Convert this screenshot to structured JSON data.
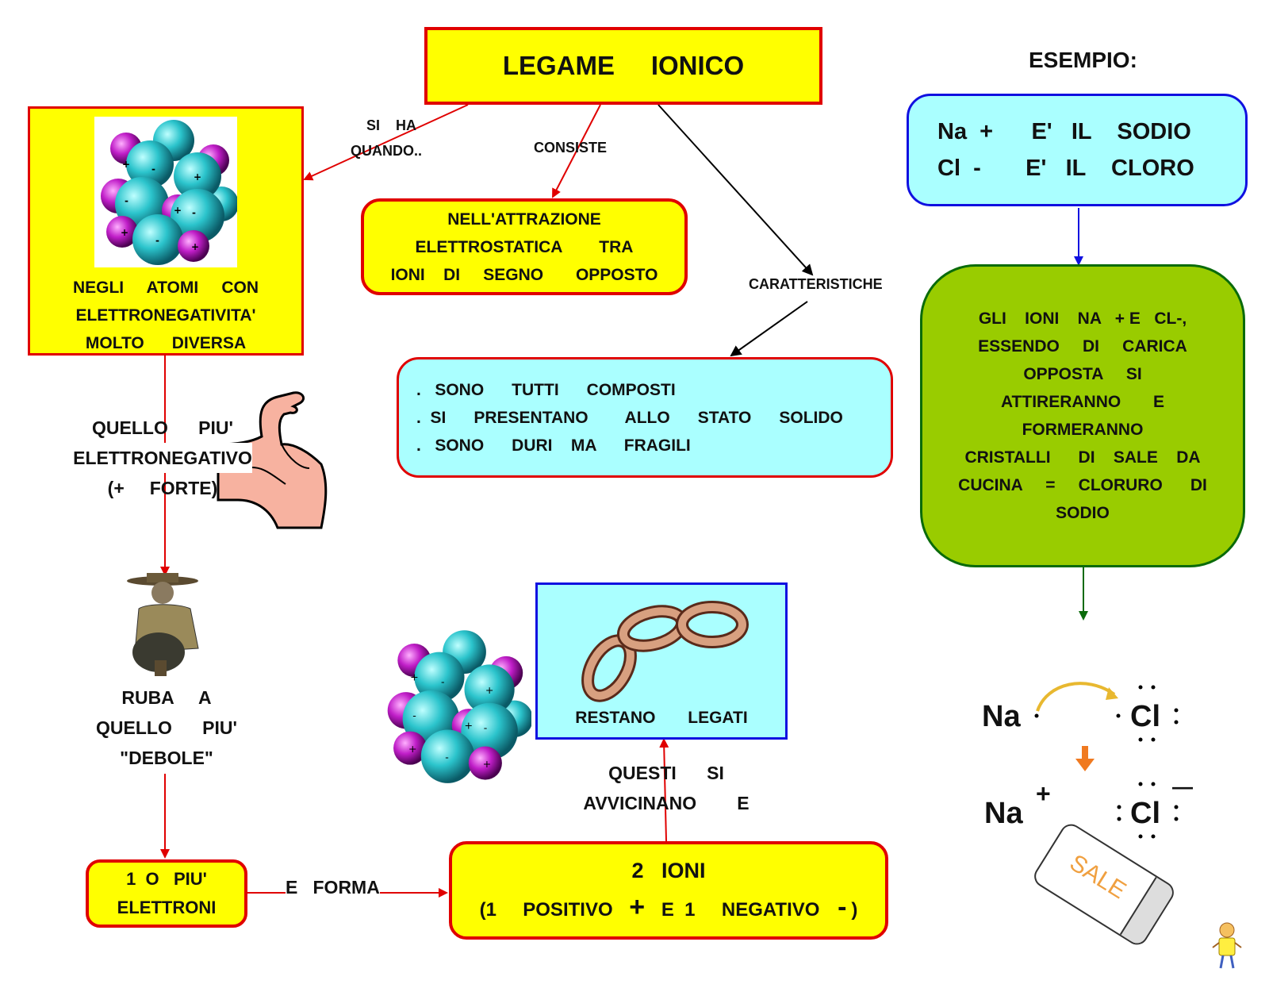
{
  "title": "LEGAME     IONICO",
  "example": {
    "heading": "ESEMPIO:",
    "line1": "Na  +      E'   IL    SODIO",
    "line2": "Cl  -       E'   IL    CLORO"
  },
  "box_negativity": {
    "lines": [
      "NEGLI     ATOMI     CON",
      "ELETTRONEGATIVITA'",
      "MOLTO      DIVERSA"
    ]
  },
  "box_attraction": {
    "lines": [
      "NELL'ATTRAZIONE",
      "ELETTROSTATICA        TRA",
      "IONI    DI     SEGNO       OPPOSTO"
    ]
  },
  "box_features": {
    "lines": [
      ".   SONO      TUTTI      COMPOSTI",
      ".  SI      PRESENTANO        ALLO      STATO      SOLIDO",
      ".   SONO      DURI    MA      FRAGILI"
    ]
  },
  "box_green": {
    "lines": [
      "GLI    IONI    NA   + E   CL-,",
      "ESSENDO     DI     CARICA",
      "OPPOSTA     SI",
      "ATTIRERANNO       E",
      "FORMERANNO",
      "CRISTALLI      DI    SALE    DA",
      "CUCINA     =     CLORURO      DI",
      "SODIO"
    ]
  },
  "box_electrons": {
    "lines": [
      "1  O   PIU'",
      "ELETTRONI"
    ]
  },
  "box_ions": {
    "line1": "2   IONI",
    "line2_a": "(1     POSITIVO",
    "line2_plus": "+",
    "line2_b": "E  1     NEGATIVO",
    "line2_minus": "-",
    "line2_c": ")"
  },
  "box_linked": {
    "label": "RESTANO       LEGATI"
  },
  "edge_labels": {
    "si_ha": "SI    HA",
    "quando": "QUANDO..",
    "consiste": "CONSISTE",
    "caratteristiche": "CARATTERISTICHE",
    "stronger": [
      "QUELLO      PIU'",
      "ELETTRONEGATIVO",
      "(+     FORTE)"
    ],
    "steals": [
      "RUBA     A",
      "QUELLO      PIU'",
      "\"DEBOLE\""
    ],
    "forma": "E   FORMA",
    "approach": [
      "QUESTI      SI",
      "AVVICINANO        E"
    ]
  },
  "lewis": {
    "na": "Na",
    "cl": "Cl",
    "plus": "+",
    "minus": "—",
    "shaker_label": "SALE"
  },
  "colors": {
    "yellow": "#ffff00",
    "red": "#e00000",
    "cyan": "#aaffff",
    "blue": "#1010e0",
    "green": "#99cc00",
    "dark_green": "#0a6b0a"
  }
}
